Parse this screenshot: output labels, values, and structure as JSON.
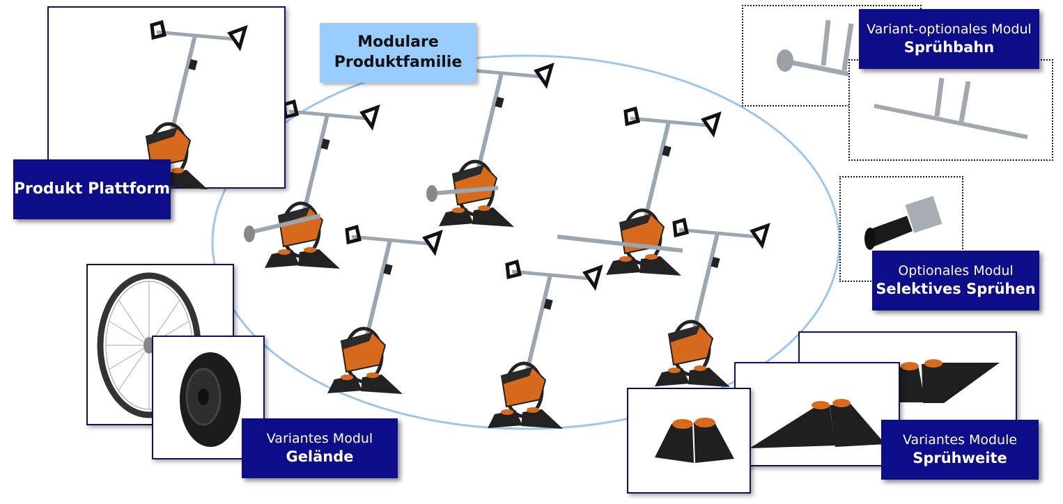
{
  "center": {
    "line1": "Modulare",
    "line2": "Produktfamilie"
  },
  "platform": {
    "label": "Produkt Plattform"
  },
  "spray_track": {
    "line1": "Variant-optionales Modul",
    "line2": "Sprühbahn"
  },
  "selective": {
    "line1": "Optionales Modul",
    "line2": "Selektives Sprühen"
  },
  "terrain": {
    "line1": "Variantes Modul",
    "line2": "Gelände"
  },
  "spray_width": {
    "line1": "Variantes Module",
    "line2": "Sprühweite"
  },
  "colors": {
    "navy": "#0d0d8a",
    "light_blue": "#99ccff",
    "orange": "#d86a1e",
    "frame": "#10105e"
  },
  "icons": [
    "sprayer-machine-icon",
    "bicycle-wheel-icon",
    "solid-wheel-icon",
    "nozzle-pair-icon",
    "spray-bar-icon",
    "selective-sprayer-icon"
  ]
}
